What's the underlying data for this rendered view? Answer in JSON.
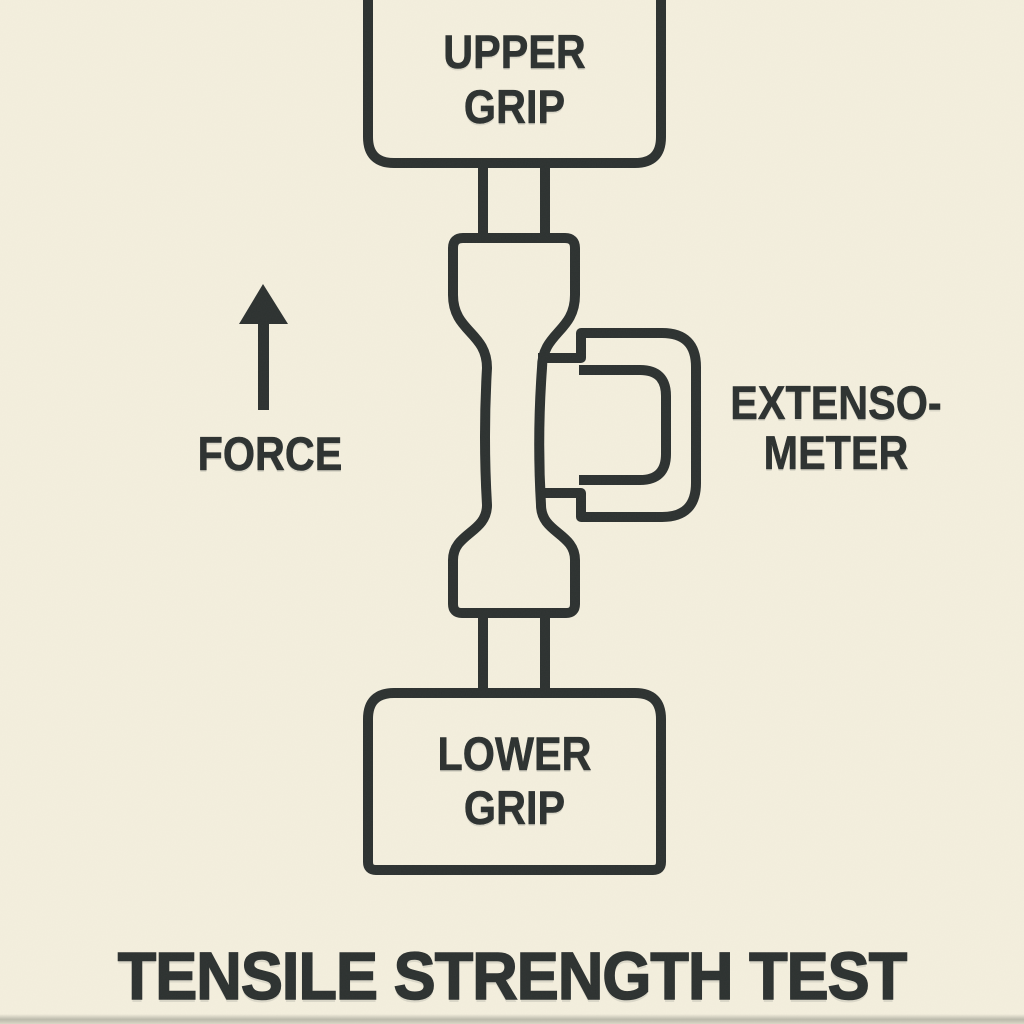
{
  "palette": {
    "background": "#f4efde",
    "ink": "#2c3130"
  },
  "diagram": {
    "title": "TENSILE STRENGTH TEST",
    "labels": {
      "upper_grip": [
        "UPPER",
        "GRIP"
      ],
      "lower_grip": [
        "LOWER",
        "GRIP"
      ],
      "force": "FORCE",
      "extensometer": [
        "EXTENSO-",
        "METER"
      ]
    },
    "components": [
      "upper-grip",
      "upper-rod",
      "dogbone-specimen",
      "extensometer-clamp",
      "lower-rod",
      "lower-grip",
      "force-arrow"
    ]
  }
}
